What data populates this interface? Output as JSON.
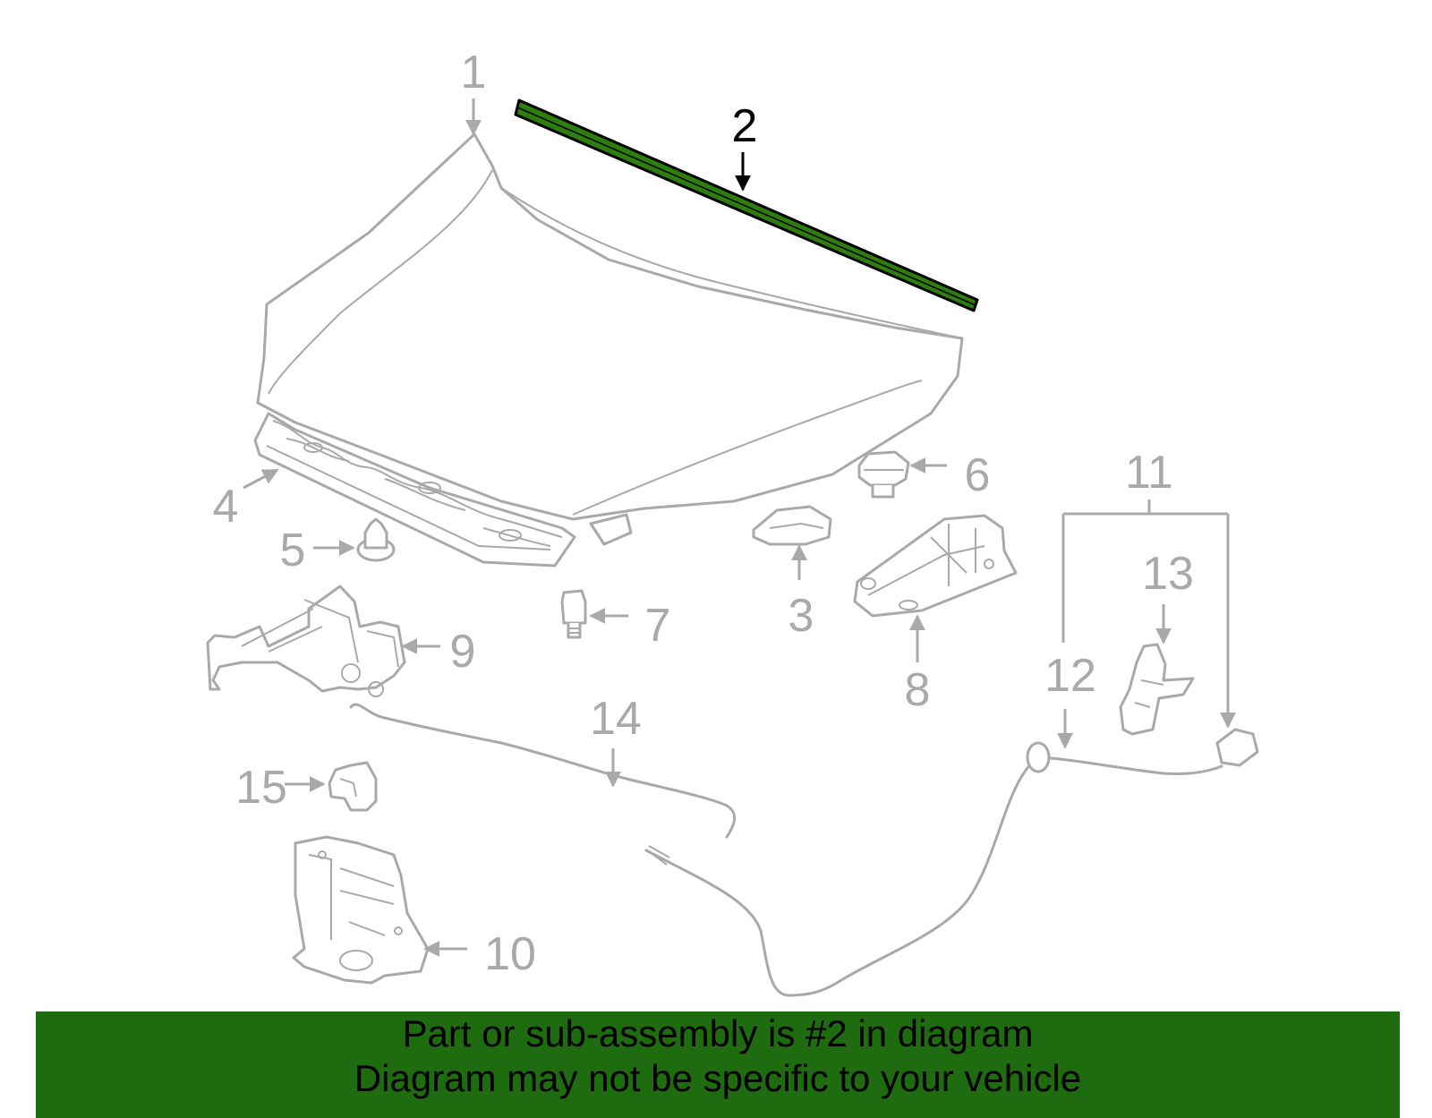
{
  "callouts": {
    "c1": "1",
    "c2": "2",
    "c3": "3",
    "c4": "4",
    "c5": "5",
    "c6": "6",
    "c7": "7",
    "c8": "8",
    "c9": "9",
    "c10": "10",
    "c11": "11",
    "c12": "12",
    "c13": "13",
    "c14": "14",
    "c15": "15"
  },
  "highlighted_part": "2",
  "footer": {
    "line1": "Part or sub-assembly is #2 in diagram",
    "line2": "Diagram may not be specific to your vehicle"
  },
  "colors": {
    "highlight": "#2e7d0f",
    "banner": "#1f6b0f",
    "part_outline": "#a9a9a9"
  }
}
